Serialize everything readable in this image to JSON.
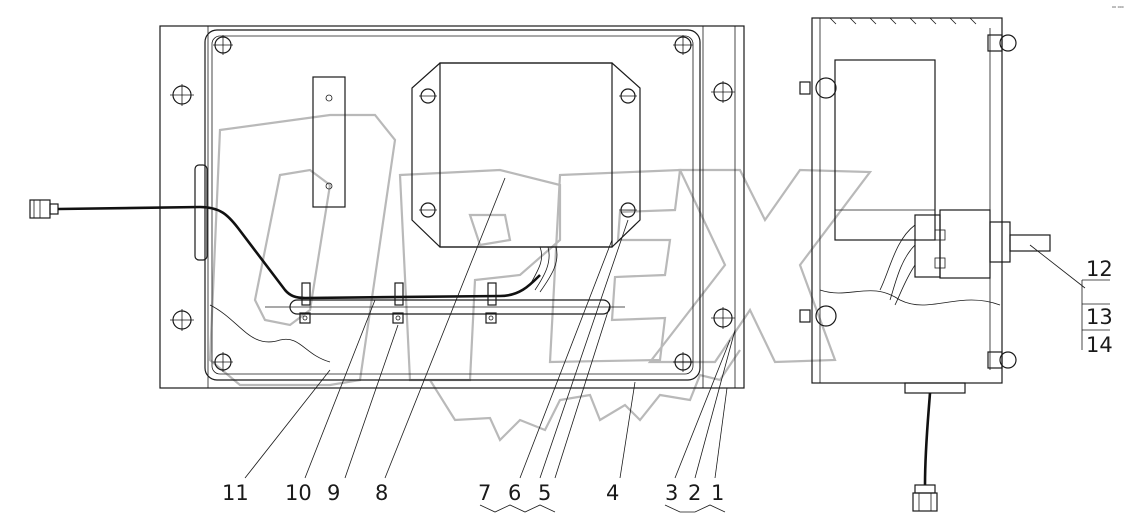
{
  "corner_mark": "⁰⁰ ⁰⁰⁰",
  "callouts": {
    "c1": "1",
    "c2": "2",
    "c3": "3",
    "c4": "4",
    "c5": "5",
    "c6": "6",
    "c7": "7",
    "c8": "8",
    "c9": "9",
    "c10": "10",
    "c11": "11",
    "c12": "12",
    "c13": "13",
    "c14": "14"
  },
  "watermark": "OPEX"
}
